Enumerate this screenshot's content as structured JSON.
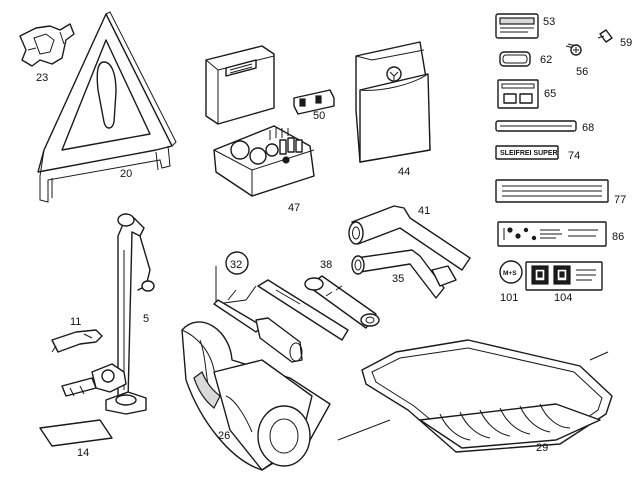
{
  "callouts": {
    "p23": "23",
    "p20": "20",
    "p47": "47",
    "p50": "50",
    "p44": "44",
    "p53": "53",
    "p59": "59",
    "p56": "56",
    "p62": "62",
    "p65": "65",
    "p68": "68",
    "p74": "74",
    "p77": "77",
    "p86": "86",
    "p101": "101",
    "p104": "104",
    "p41": "41",
    "p35": "35",
    "p38": "38",
    "p32": "32",
    "p5": "5",
    "p11": "11",
    "p14": "14",
    "p26": "26",
    "p29": "29"
  },
  "labels": {
    "fuel_plate": "SLEIFREI SUPER",
    "tire_badge": "M+S"
  },
  "colors": {
    "line": "#1a1a1a",
    "paper": "#ffffff",
    "shade": "#d9d9d9"
  }
}
